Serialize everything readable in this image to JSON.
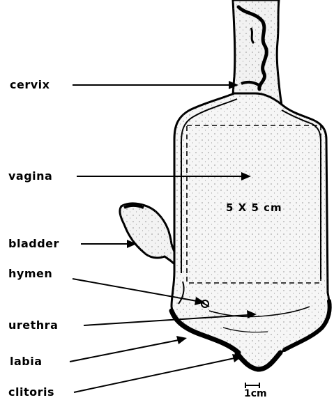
{
  "labels": {
    "cervix": "cervix",
    "vagina": "vagina",
    "bladder": "bladder",
    "hymen": "hymen",
    "urethra": "urethra",
    "labia": "labia",
    "clitoris": "clitoris"
  },
  "measurement": "5 X 5 cm",
  "scale_bar": "1cm",
  "colors": {
    "ink": "#000000",
    "background": "#ffffff",
    "tissue_fill": "#f6f6f6"
  }
}
